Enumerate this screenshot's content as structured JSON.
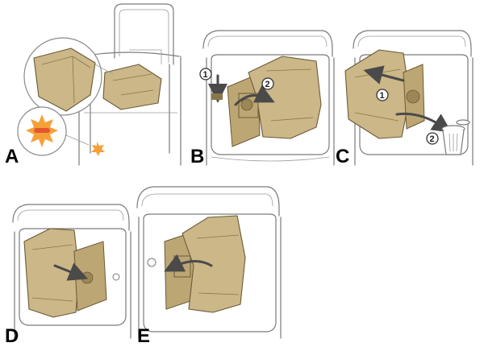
{
  "panels": [
    {
      "letter": "A"
    },
    {
      "letter": "B",
      "steps": [
        "1",
        "2"
      ]
    },
    {
      "letter": "C",
      "steps": [
        "1",
        "2"
      ]
    },
    {
      "letter": "D"
    },
    {
      "letter": "E"
    }
  ],
  "colors": {
    "bag": "#cbb787",
    "bag_outline": "#6b5a37",
    "alert": "#f5a13a",
    "alert_core": "#e4572e",
    "line": "#7a7a7a"
  }
}
